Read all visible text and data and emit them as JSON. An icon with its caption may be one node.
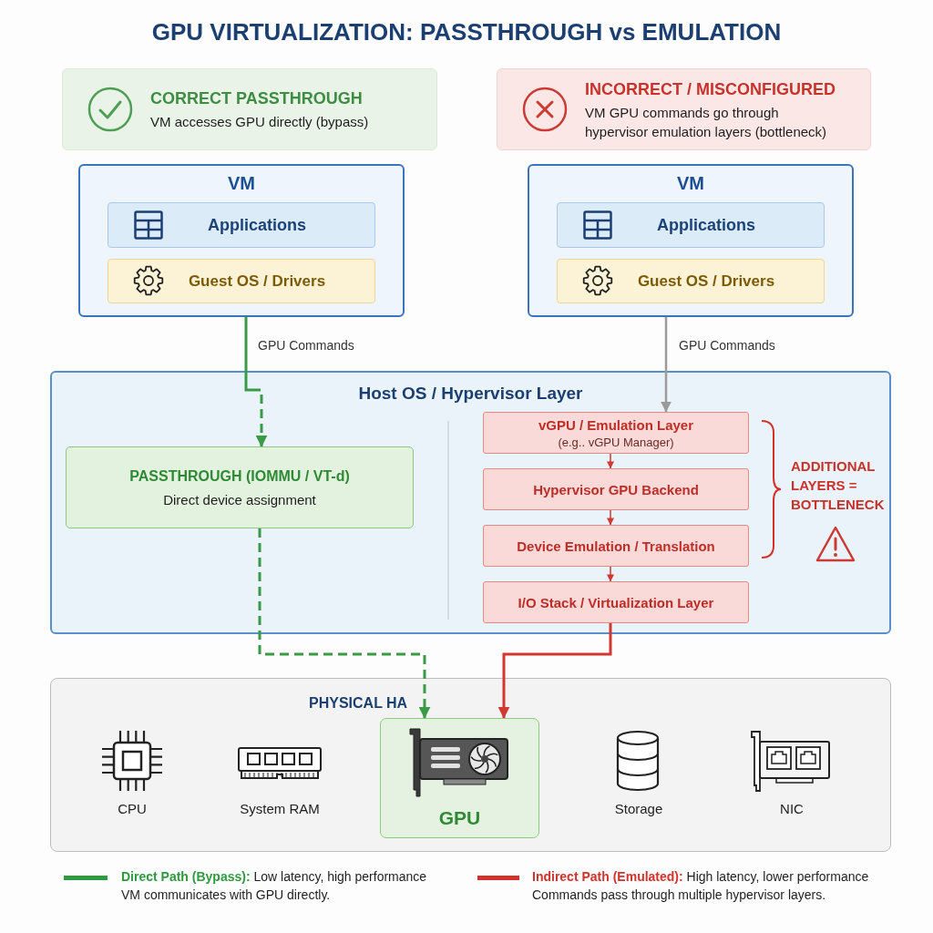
{
  "diagram": {
    "title": "GPU VIRTUALIZATION: PASSTHROUGH vs EMULATION",
    "nodes": [
      {
        "text": [
          "CORRECT PASSTHROUGH",
          "VM accesses GPU directly (bypass)"
        ]
      },
      {
        "text": [
          "INCORRECT / MISCONFIGURED",
          "VM GPU commands go through hypervisor emulation layers (bottleneck)"
        ]
      },
      {
        "text": [
          "VM"
        ]
      },
      {
        "text": [
          "Applications"
        ],
        "in": 2
      },
      {
        "text": [
          "Guest OS / Drivers"
        ],
        "in": 2
      },
      {
        "text": [
          "VM"
        ]
      },
      {
        "text": [
          "Applications"
        ],
        "in": 5
      },
      {
        "text": [
          "Guest OS / Drivers"
        ],
        "in": 5
      },
      {
        "text": [
          "Host OS / Hypervisor Layer"
        ]
      },
      {
        "text": [
          "PASSTHROUGH (IOMMU / VT-d)",
          "Direct device assignment"
        ],
        "in": 8
      },
      {
        "text": [
          "vGPU / Emulation Layer",
          "(e.g.. vGPU Manager)"
        ],
        "in": 8
      },
      {
        "text": [
          "Hypervisor GPU Backend"
        ],
        "in": 8
      },
      {
        "text": [
          "Device Emulation / Translation"
        ],
        "in": 8
      },
      {
        "text": [
          "I/O Stack / Virtualization Layer"
        ],
        "in": 8
      },
      {
        "text": [
          "PHYSICAL HA"
        ]
      },
      {
        "text": [
          "GPU"
        ],
        "in": 14
      }
    ],
    "edges": [
      {
        "from": 2,
        "to": 9,
        "arrow": "to",
        "label": "GPU Commands",
        "style": "dashed",
        "color": "#3b9a46"
      },
      {
        "from": 9,
        "to": 15,
        "arrow": "to",
        "style": "dashed",
        "color": "#3b9a46"
      },
      {
        "from": 5,
        "to": 10,
        "arrow": "to",
        "label": "GPU Commands",
        "color": "#9b9b9b"
      },
      {
        "from": 10,
        "to": 11,
        "arrow": "to"
      },
      {
        "from": 11,
        "to": 12,
        "arrow": "to"
      },
      {
        "from": 12,
        "to": 13,
        "arrow": "to"
      },
      {
        "from": 13,
        "to": 15,
        "arrow": "to"
      }
    ],
    "labels": [
      "ADDITIONAL LAYERS = BOTTLENECK",
      "CPU",
      "System RAM",
      "Storage",
      "NIC"
    ],
    "legend": [
      {
        "text": "**Direct Path (Bypass):** Low latency, high performance VM communicates with GPU directly.",
        "color": "#2e9a3e"
      },
      {
        "text": "**Indirect Path (Emulated):** High latency, lower performance Commands pass through multiple hypervisor layers.",
        "color": "#d2322b"
      }
    ]
  }
}
